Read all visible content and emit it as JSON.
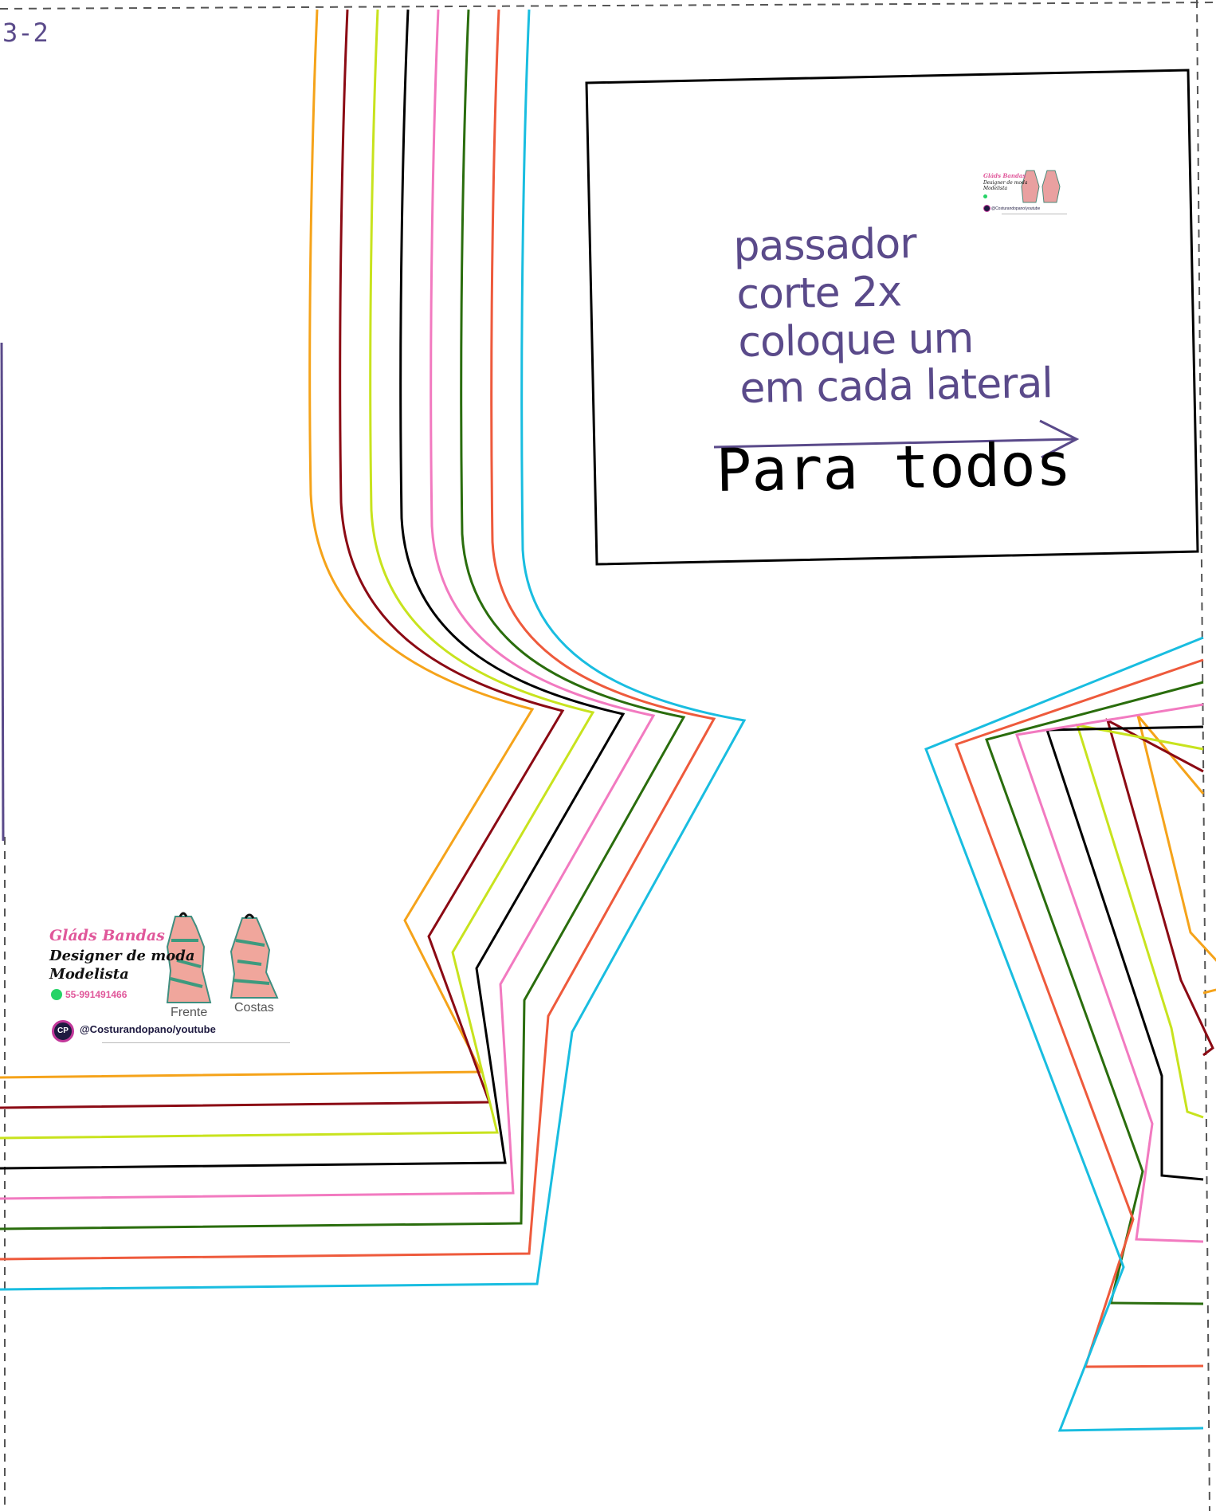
{
  "page": {
    "code": "3-2",
    "colors": {
      "cut_line": "#555555",
      "text_note": "#5a4a8a",
      "sizes": [
        "#f5a31a",
        "#8b0a14",
        "#c8e31e",
        "#000000",
        "#f27ac0",
        "#2a6d0d",
        "#ee5a3c",
        "#19bde0"
      ]
    }
  },
  "note_box": {
    "lines": [
      "passador",
      "corte 2x",
      "coloque um",
      "em cada lateral"
    ],
    "highlight": "Para todos",
    "arrow_icon": "arrow-right-icon"
  },
  "branding": {
    "name": "Gláds Bandas",
    "role_line1": "Designer de moda",
    "role_line2": "Modelista",
    "phone": "55-991491466",
    "phone_icon": "whatsapp-icon",
    "social": "@Costurandopano/youtube",
    "social_icon": "instagram-icon",
    "front_caption": "Frente",
    "back_caption": "Costas"
  }
}
